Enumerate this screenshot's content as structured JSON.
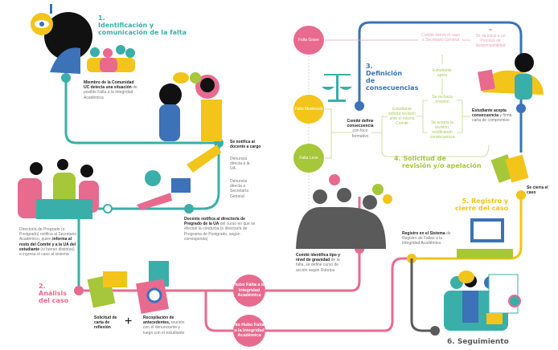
{
  "colors": {
    "teal": "#3aafa9",
    "pink": "#e86b8f",
    "blue": "#3b72b8",
    "yellow": "#f3c41a",
    "green": "#a6c73a",
    "gray": "#5a5a5a"
  },
  "step1": {
    "number": "1.",
    "title_line1": "Identificación y",
    "title_line2": "comunicación de la falta",
    "member_bold": "Miembro de la Comunidad UC detecta una situación",
    "member_rest": " de posible Falta a la Integridad Académica",
    "notify_teacher": "Se notifica al docente a cargo",
    "legend_ua": "Denuncia directa a la UA",
    "legend_sg": "Denuncia directa a Secretaría General",
    "teacher_bold": "Docente notifica al director/a de Pregrado de la UA",
    "teacher_rest": " del curso en que se efectuó la conducta (o director/a de Programa de Postgrado, según corresponda)",
    "director_pre": "Director/a de Pregrado (o Postgrado) notifica al Secretario Académico, quien ",
    "director_bold": "informa al resto del Comité y a la UA del estudiante",
    "director_post": " (si fueran distintas) e ingresa el caso al sistema"
  },
  "step2": {
    "number": "2.",
    "title_line1": "Análisis",
    "title_line2": "del caso",
    "letter_request": "Solicitud de carta de reflexión",
    "plus": "+",
    "gather_bold": "Recopilación de antecedentes,",
    "gather_rest": " reunión con el denunciante y luego con el estudiante",
    "yes": "Hubo Falta a la Integridad Académica",
    "no": "No Hubo Falta a la Integridad Académica",
    "committee_bold": "Comité identifica tipo y nivel de gravedad",
    "committee_rest": " de la falta, se define curso de acción según Rúbrica"
  },
  "step3": {
    "number": "3.",
    "title_line1": "Definición",
    "title_line2": "de",
    "title_line3": "consecuencias",
    "grave": "Falta Grave",
    "moderada": "Falta Moderada",
    "leve": "Falta Leve",
    "define_bold": "Comité define consecuencia",
    "define_rest": " con foco formativo",
    "derive": "Comité deriva el caso a Secretario General",
    "process": "Se da inicio a un Proceso de Responsabilidad",
    "stars": "**"
  },
  "step4": {
    "title_line1": "4. Solicitud de",
    "title_line2": "revisión y/o apelación",
    "request": "Estudiante solicita revisión ante el mismo Comité",
    "rejected": "Se rechaza revisión",
    "appeal": "Estudiante apela",
    "accepted": "Se acepta la revisión, rectificando consecuencia",
    "accept_bold": "Estudiante acepta consecuencia",
    "accept_rest": " y firma carta de compromiso"
  },
  "step5": {
    "title_line1": "5. Registro y",
    "title_line2": "cierre del caso",
    "closed": "Se cierra el caso",
    "register_bold": "Registro en el Sistema",
    "register_rest": " de Registro de Faltas a la Integridad Académica"
  },
  "step6": {
    "title": "6. Seguimiento"
  }
}
